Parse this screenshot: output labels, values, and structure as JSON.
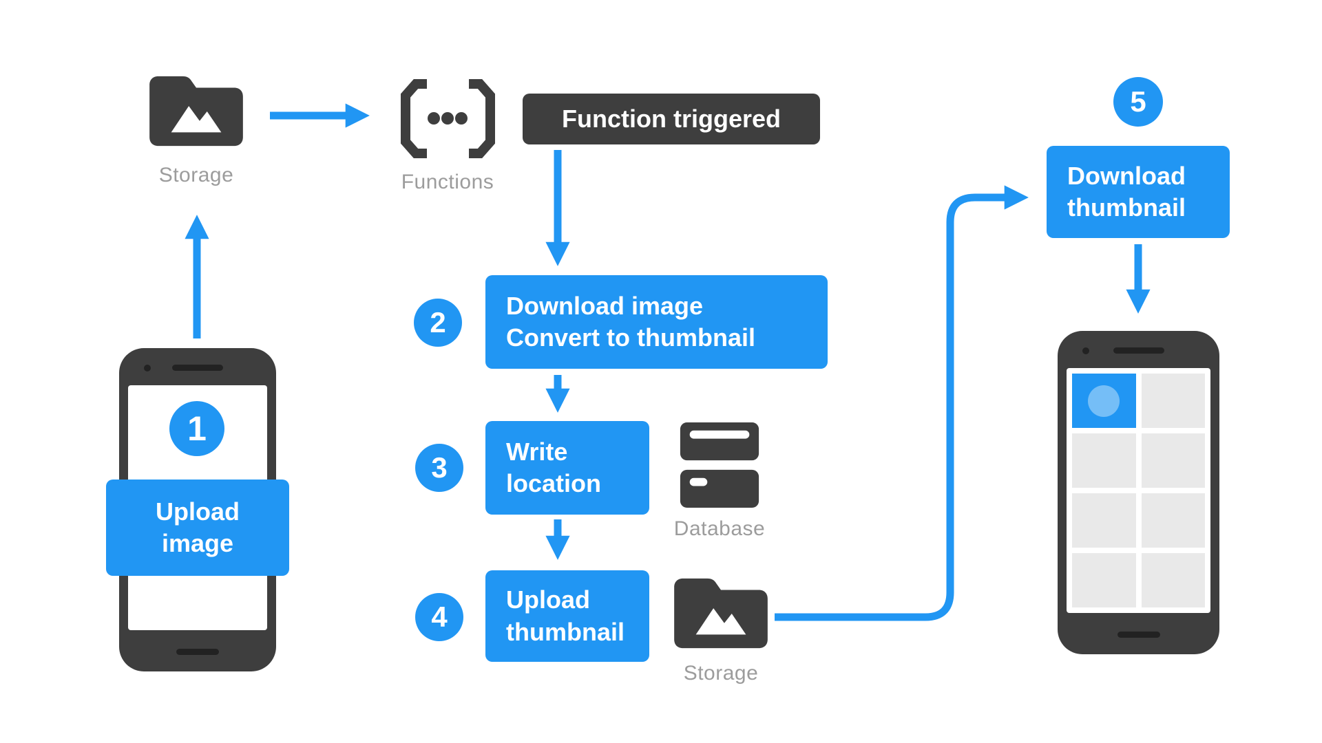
{
  "colors": {
    "accent": "#2196F3",
    "dark": "#3E3E3E",
    "muted": "#9C9C9C",
    "tile": "#E9E9E9",
    "bg": "#FFFFFF"
  },
  "flow": {
    "storage_top_label": "Storage",
    "functions_label": "Functions",
    "trigger_label": "Function triggered",
    "database_label": "Database",
    "storage_bottom_label": "Storage",
    "steps": [
      {
        "badge": "1",
        "lines": [
          "Upload",
          "image"
        ]
      },
      {
        "badge": "2",
        "lines": [
          "Download image",
          "Convert to thumbnail"
        ]
      },
      {
        "badge": "3",
        "lines": [
          "Write",
          "location"
        ]
      },
      {
        "badge": "4",
        "lines": [
          "Upload",
          "thumbnail"
        ]
      },
      {
        "badge": "5",
        "lines": [
          "Download",
          "thumbnail"
        ]
      }
    ]
  }
}
